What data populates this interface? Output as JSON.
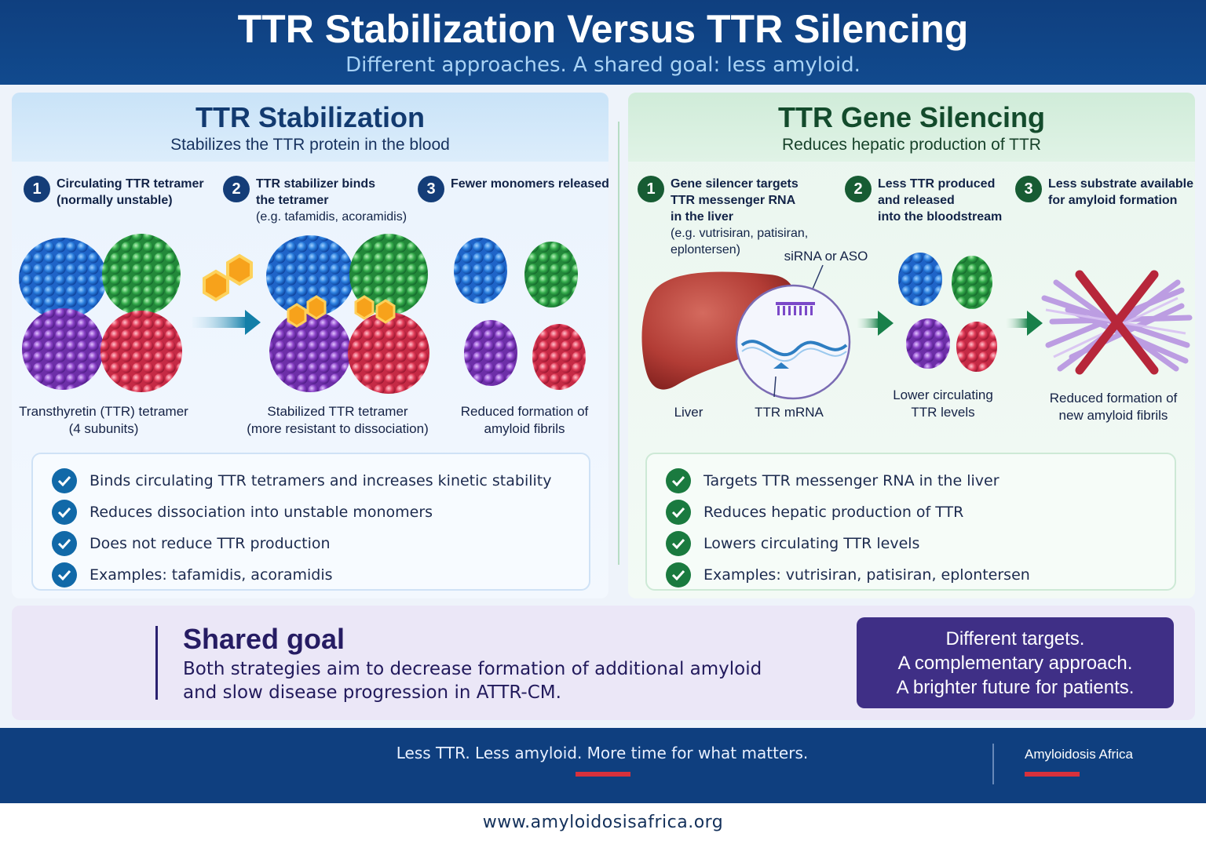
{
  "header": {
    "title": "TTR Stabilization Versus TTR Silencing",
    "subtitle": "Different approaches. A shared goal: less amyloid."
  },
  "stabilization": {
    "title": "TTR Stabilization",
    "subtitle": "Stabilizes the TTR protein in the blood",
    "steps": [
      {
        "num": "1",
        "title": "Circulating TTR tetramer",
        "title2": "(normally unstable)"
      },
      {
        "num": "2",
        "title": "TTR stabilizer binds",
        "title2": "the tetramer",
        "note": "(e.g. tafamidis, acoramidis)"
      },
      {
        "num": "3",
        "title": "Fewer monomers released"
      }
    ],
    "captions": [
      {
        "line1": "Transthyretin (TTR) tetramer",
        "line2": "(4 subunits)"
      },
      {
        "line1": "Stabilized TTR tetramer",
        "line2": "(more resistant to dissociation)"
      },
      {
        "line1": "Reduced formation of",
        "line2": "amyloid fibrils"
      }
    ],
    "checks": [
      "Binds circulating TTR tetramers and increases kinetic stability",
      "Reduces dissociation into unstable monomers",
      "Does not reduce TTR production",
      "Examples: tafamidis, acoramidis"
    ]
  },
  "silencing": {
    "title": "TTR Gene Silencing",
    "subtitle": "Reduces hepatic production of TTR",
    "steps": [
      {
        "num": "1",
        "title": "Gene silencer targets",
        "title2": "TTR messenger RNA",
        "title3": "in the liver",
        "note": "(e.g. vutrisiran, patisiran,",
        "note2": "eplontersen)"
      },
      {
        "num": "2",
        "title": "Less TTR produced",
        "title2": "and released",
        "title3": "into the bloodstream"
      },
      {
        "num": "3",
        "title": "Less substrate available",
        "title2": "for amyloid formation"
      }
    ],
    "labels": {
      "sirna": "siRNA or ASO",
      "liver": "Liver",
      "mrna": "TTR mRNA"
    },
    "captions": [
      {
        "line1": "Lower circulating",
        "line2": "TTR levels"
      },
      {
        "line1": "Reduced formation of",
        "line2": "new amyloid fibrils"
      }
    ],
    "checks": [
      "Targets TTR messenger RNA in the liver",
      "Reduces hepatic production of TTR",
      "Lowers circulating TTR levels",
      "Examples: vutrisiran, patisiran, eplontersen"
    ]
  },
  "goal": {
    "title": "Shared goal",
    "line1": "Both strategies aim to decrease formation of additional amyloid",
    "line2": "and slow disease progression in ATTR-CM.",
    "box": [
      "Different targets.",
      "A complementary approach.",
      "A brighter future for patients."
    ]
  },
  "footer": {
    "tagline": "Less TTR. Less amyloid. More time for what matters.",
    "brand": "Amyloidosis Africa",
    "url": "www.amyloidosisafrica.org"
  },
  "colors": {
    "navy": "#0f3f7f",
    "blue_subunit": "#1e73d6",
    "green_subunit": "#2ea84a",
    "purple_subunit": "#8a3fc4",
    "red_subunit": "#e03a55",
    "stabilizer": "#f7a21b",
    "accent_red": "#d8313c",
    "goal_purple": "#3f2f86"
  }
}
